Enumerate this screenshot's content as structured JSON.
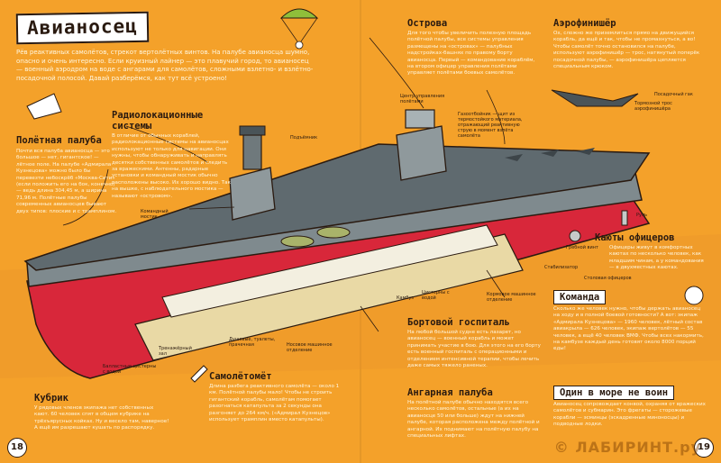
{
  "title": "Авианосец",
  "intro": "Рёв реактивных самолётов, стрекот вертолётных винтов. На палубе авианосца шумно, опасно и очень интересно. Если круизный лайнер — это плавучий город, то авианосец — военный аэродром на воде с ангарами для самолётов, сложными взлетно- и взлётно-посадочной полосой. Давай разберёмся, как тут всё устроено!",
  "sections": {
    "deck": {
      "heading": "Полётная палуба",
      "text": "Почти вся палуба авианосца — это большое — нет, гигантское! — лётное поле. На палубе «Адмирала Кузнецова» можно было бы перевезти небоскрёб «Москва-Сити» (если положить его на бок, конечно) — ведь длина 304,45 м, а ширина 71,96 м. Полётные палубы современных авианосцев бывают двух типов: плоские и с трамплином."
    },
    "radar": {
      "heading": "Радиолокационные системы",
      "text": "В отличие от обычных кораблей, радиолокационные системы на авианосцах используют не только для навигации. Они нужны, чтобы обнаруживать и направлять десятки собственных самолётов и следить за вражескими. Антенны, радарные установки и командный мостик обычно расположены высоко. Их хорошо видно. Так на вышке, с наблюдательного мостика — называют «островом»."
    },
    "island": {
      "heading": "Острова",
      "text": "Для того чтобы увеличить полезную площадь полётной палубы, все системы управления размещены на «островах» — палубных надстройках-башнях по правому борту авианосца. Первый — командование кораблём, на втором офицер управления полётами управляет полётами боевых самолётов."
    },
    "arrester": {
      "heading": "Аэрофинишёр",
      "text": "Ох, сложно же приземлиться прямо на движущийся корабль, да ещё и так, чтобы не промахнуться, а во! Чтобы самолёт точно остановился на палубе, используют аэрофинишёр — трос, натянутый поперёк посадочной палубы, — аэрофинишёра цепляется специальным крюком."
    },
    "cabins": {
      "heading": "Каюты офицеров",
      "text": "Офицеры живут в комфортных каютах по несколько человек, как младшим чинам, а у командования — в двухместных каютах."
    },
    "crew": {
      "heading": "Команда",
      "text": "Сколько же человек нужно, чтобы держать авианосец на ходу и в полной боевой готовности? А вот: экипаж «Адмирала Кузнецова» — 1960 человек, лётный состав авиакрыла — 626 человек, экипаж вертолётов — 55 человек, а ещё 40 человек ВМФ. Чтобы всех накормить, на камбузе каждый день готовят около 8000 порций еды!"
    },
    "alone": {
      "heading": "Один в море не воин",
      "text": "Авианосец сопровождает конвой, охраняя от вражеских самолётов и субмарин. Это фрегаты — сторожевые корабли — эсминцы (эскадренные миноносцы) и подводные лодки."
    },
    "hospital": {
      "heading": "Бортовой госпиталь",
      "text": "На любой большой судне есть лазарет, но авианосец — военный корабль и может принимать участие в бою. Для этого на его борту есть военный госпиталь с операционными и отделением интенсивной терапии, чтобы лечить даже самых тяжело раненых."
    },
    "hangar": {
      "heading": "Ангарная палуба",
      "text": "На полётной палубе обычно находятся всего несколько самолётов, остальные (а их на авианосце 50 или больше) ждут на нижней палубе, которая расположена между полётной и ангарной. Их поднимают на полётную палубу на специальных лифтах."
    },
    "catapult": {
      "heading": "Самолётомёт",
      "text": "Длина разбега реактивного самолёта — около 1 км. Полётной палубы мало! Чтобы не строить гигантский корабль, самолётам помогает разогнаться катапульта за 2 секунды она разгоняет до 264 км/ч. («Адмирал Кузнецов» использует трамплин вместо катапульты)."
    },
    "quarters": {
      "heading": "Кубрик",
      "text": "У рядовых членов экипажа нет собственных кают. 60 человек спят в общем кубрике на трёхъярусных койках. Ну и весело там, наверное! А ещё им разрешают кушать по распорядку."
    }
  },
  "labels": {
    "flight_control": "Центр управления полётами",
    "gas_shield": "Газоотбойник — щит из термостойкого материала, отражающий реактивную струю в момент взлёта самолёта",
    "arrester_cable": "Тормозной трос аэрофинишёра",
    "hook": "Посадочный гак",
    "rudder": "Руль",
    "propeller": "Гребной винт",
    "stabilizer": "Стабилизатор",
    "officers_mess": "Столовая офицеров",
    "command_bridge": "Командный мостик",
    "lift": "Подъёмник",
    "galley": "Камбуз",
    "water_tanks": "Цистерны с водой",
    "fuel_tanks": "Кормовое машинное отделение",
    "bow_engine": "Носовое машинное отделение",
    "showers": "Душевые, туалеты, прачечная",
    "gym": "Тренажёрный зал",
    "ballast": "Балластные цистерны с водой"
  },
  "page_numbers": {
    "left": "18",
    "right": "19"
  },
  "watermark": "© ЛАБИРИНТ.ру",
  "colors": {
    "background": "#f4a12a",
    "hull_red": "#d8273a",
    "hull_grey": "#7f8a8e",
    "deck": "#5f6a6f",
    "water": "#3a6a98",
    "text_light": "#fff7e0",
    "ink": "#2a1a10"
  }
}
